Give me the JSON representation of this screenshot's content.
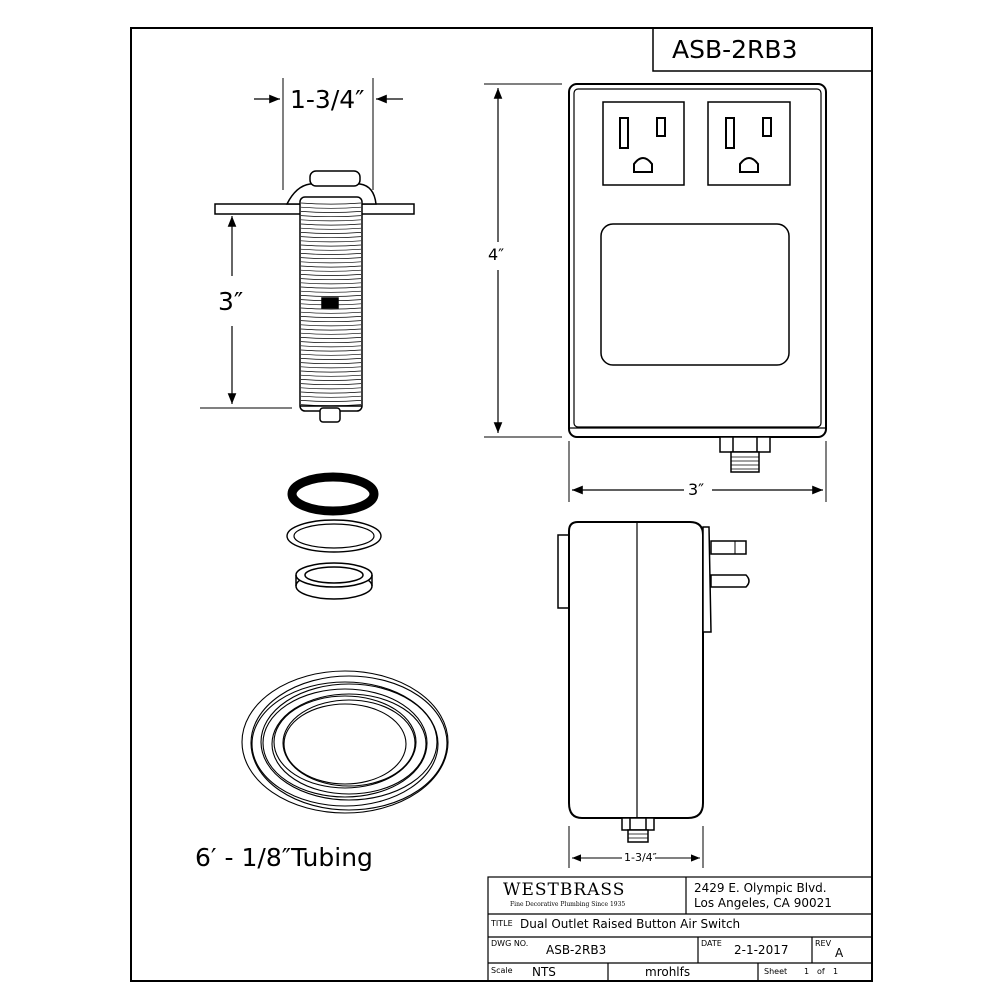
{
  "drawing": {
    "model_box": "ASB-2RB3",
    "dimensions": {
      "button_width": "1-3/4″",
      "button_height": "3″",
      "switch_height": "4″",
      "switch_width": "3″",
      "switch_depth": "1-3/4″"
    },
    "tubing_caption": "6′ - 1/8″Tubing"
  },
  "title_block": {
    "brand": "WESTBRASS",
    "tagline": "Fine Decorative Plumbing Since 1935",
    "address_line1": "2429 E. Olympic Blvd.",
    "address_line2": "Los Angeles, CA 90021",
    "title_label": "TITLE",
    "title": "Dual Outlet Raised Button Air Switch",
    "dwg_label": "DWG NO.",
    "dwg_no": "ASB-2RB3",
    "date_label": "DATE",
    "date": "2-1-2017",
    "rev_label": "REV",
    "rev": "A",
    "scale_label": "Scale",
    "scale": "NTS",
    "drawn_by": "mrohlfs",
    "sheet_label": "Sheet",
    "sheet_no": "1",
    "sheet_of": "of",
    "sheet_total": "1"
  }
}
